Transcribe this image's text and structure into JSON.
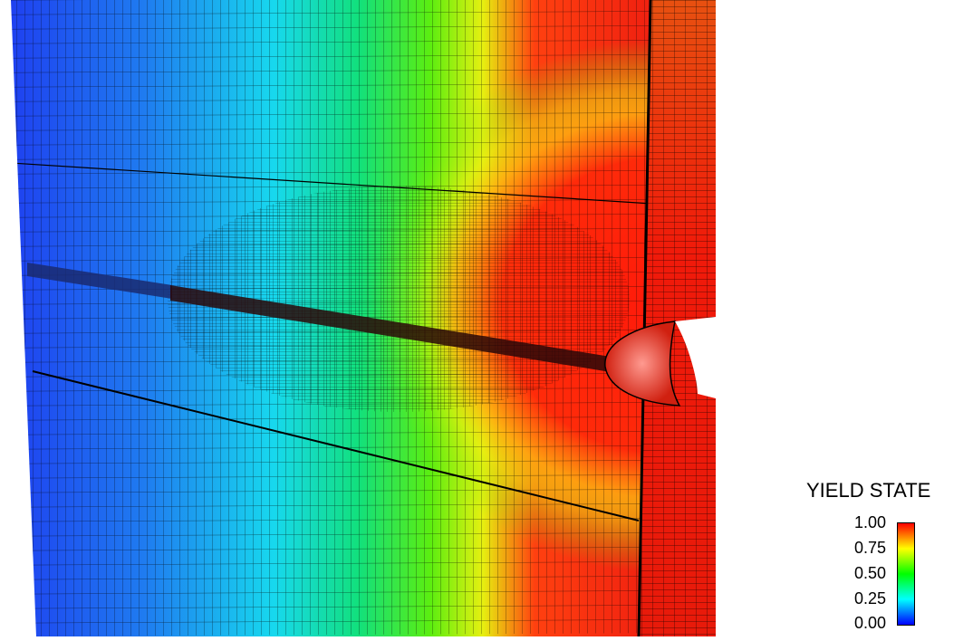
{
  "legend": {
    "title": "YIELD STATE",
    "ticks": [
      "1.00",
      "0.75",
      "0.50",
      "0.25",
      "0.00"
    ],
    "colormap": [
      "#0000ff",
      "#00ffff",
      "#00ff00",
      "#ffff00",
      "#ff0000"
    ]
  },
  "viewer": {
    "scene": "finite-element-mesh-contour"
  }
}
